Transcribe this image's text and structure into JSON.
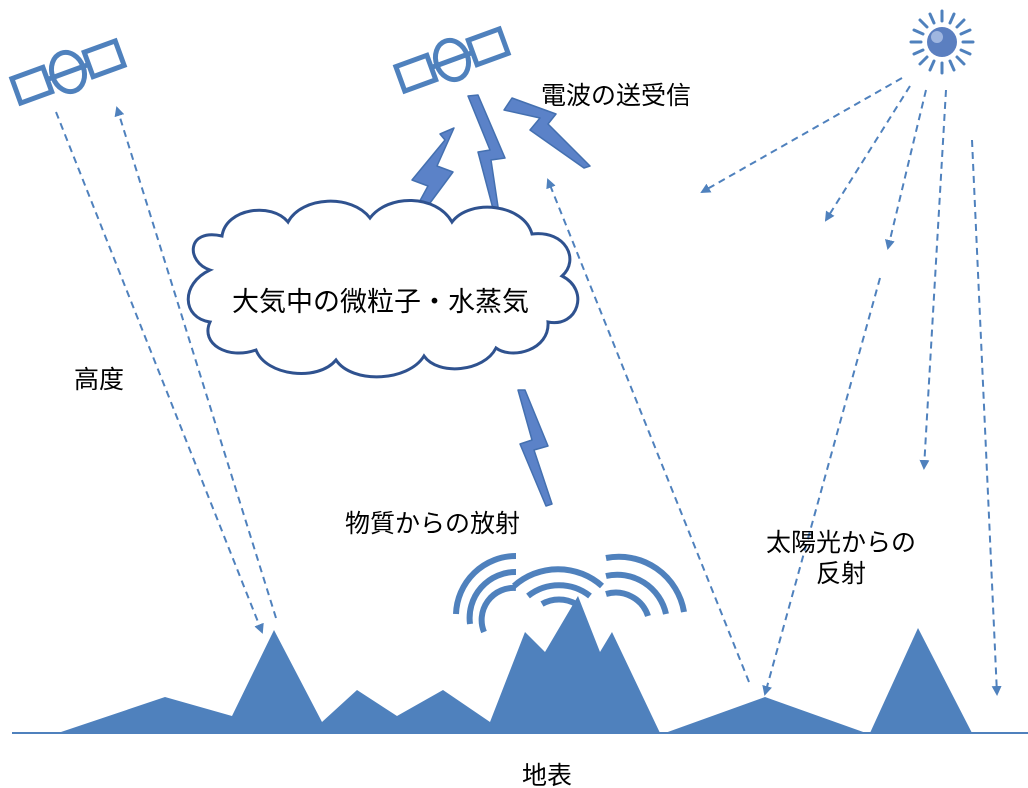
{
  "colors": {
    "fill": "#4f81bd",
    "stroke": "#2f528f",
    "arrow": "#4f81bd",
    "text": "#000000"
  },
  "icons": [
    "satellite-icon",
    "satellite-icon",
    "sun-icon",
    "cloud-icon",
    "lightning-icon",
    "radiation-wave-icon"
  ],
  "labels": {
    "radio": "電波の送受信",
    "atmosphere": "大気中の微粒子・水蒸気",
    "altitude": "高度",
    "emission": "物質からの放射",
    "sunlight_line1": "太陽光からの",
    "sunlight_line2": "反射",
    "ground": "地表"
  }
}
